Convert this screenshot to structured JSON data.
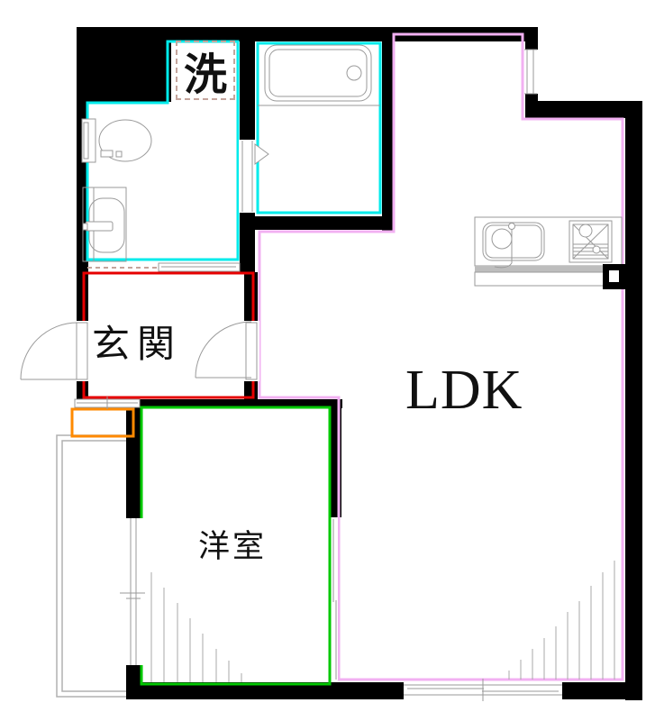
{
  "floor_plan": {
    "room_labels": {
      "laundry_space": "洗",
      "entrance": "玄関",
      "western_room": "洋室",
      "living_dining_kitchen": "LDK"
    },
    "colors": {
      "wall": "#000000",
      "background": "#ffffff",
      "wet-area-outline": "#00ebeb",
      "entrance-outline": "#e60000",
      "western-room-outline": "#00c800",
      "ldk-outline": "#f2b0f2",
      "cabinet-outline": "#ff8a00",
      "fixture-line": "#9a9a9a",
      "balcony-line": "#b0b0b0",
      "hatch-line": "#a8a8a8",
      "door-dash-line": "#c4a49c",
      "counter-band": "#bdbdbd"
    },
    "fixtures": [
      "toilet",
      "washbasin",
      "washing-machine-space",
      "bathtub",
      "kitchen-sink",
      "gas-stove",
      "shoe-cabinet",
      "pipe-space",
      "balcony",
      "entrance-door",
      "interior-door",
      "folding-bath-door",
      "sliding-door",
      "window"
    ]
  }
}
